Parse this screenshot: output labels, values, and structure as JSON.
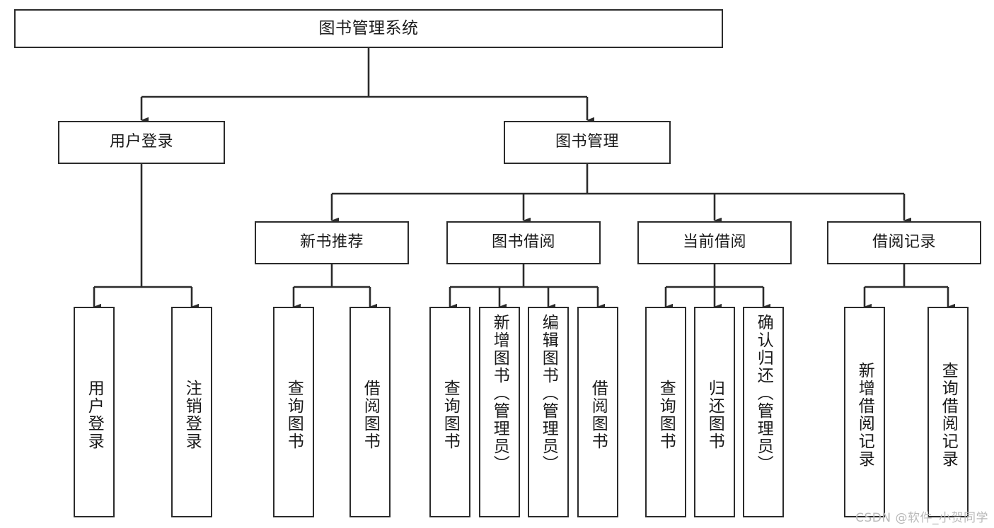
{
  "diagram": {
    "title": "图书管理系统",
    "type": "tree",
    "orientation": "top-down",
    "colors": {
      "box_border": "#2b2b2b",
      "box_fill": "#ffffff",
      "edge": "#2b2b2b",
      "text": "#1a1a1a",
      "watermark": "#b9b9b9",
      "background": "#ffffff"
    },
    "root": {
      "id": "root",
      "label": "图书管理系统"
    },
    "level1": [
      {
        "id": "user-login",
        "label": "用户登录"
      },
      {
        "id": "book-manage",
        "label": "图书管理"
      }
    ],
    "level2": [
      {
        "id": "new-book-rec",
        "label": "新书推荐",
        "parent": "book-manage"
      },
      {
        "id": "book-borrow",
        "label": "图书借阅",
        "parent": "book-manage"
      },
      {
        "id": "current-borrow",
        "label": "当前借阅",
        "parent": "book-manage"
      },
      {
        "id": "borrow-record",
        "label": "借阅记录",
        "parent": "book-manage"
      }
    ],
    "leaves": [
      {
        "id": "leaf-user-login",
        "label": "用户登录",
        "parent": "user-login"
      },
      {
        "id": "leaf-logout",
        "label": "注销登录",
        "parent": "user-login"
      },
      {
        "id": "leaf-query-book-1",
        "label": "查询图书",
        "parent": "new-book-rec"
      },
      {
        "id": "leaf-borrow-book-1",
        "label": "借阅图书",
        "parent": "new-book-rec"
      },
      {
        "id": "leaf-query-book-2",
        "label": "查询图书",
        "parent": "book-borrow"
      },
      {
        "id": "leaf-add-book",
        "label": "新增图书（管理员）",
        "parent": "book-borrow"
      },
      {
        "id": "leaf-edit-book",
        "label": "编辑图书（管理员）",
        "parent": "book-borrow"
      },
      {
        "id": "leaf-borrow-book-2",
        "label": "借阅图书",
        "parent": "book-borrow"
      },
      {
        "id": "leaf-query-book-3",
        "label": "查询图书",
        "parent": "current-borrow"
      },
      {
        "id": "leaf-return-book",
        "label": "归还图书",
        "parent": "current-borrow"
      },
      {
        "id": "leaf-confirm-return",
        "label": "确认归还（管理员）",
        "parent": "current-borrow"
      },
      {
        "id": "leaf-add-record",
        "label": "新增借阅记录",
        "parent": "borrow-record"
      },
      {
        "id": "leaf-query-record",
        "label": "查询借阅记录",
        "parent": "borrow-record"
      }
    ]
  },
  "watermark": {
    "text": "CSDN @软件_小贺同学"
  }
}
